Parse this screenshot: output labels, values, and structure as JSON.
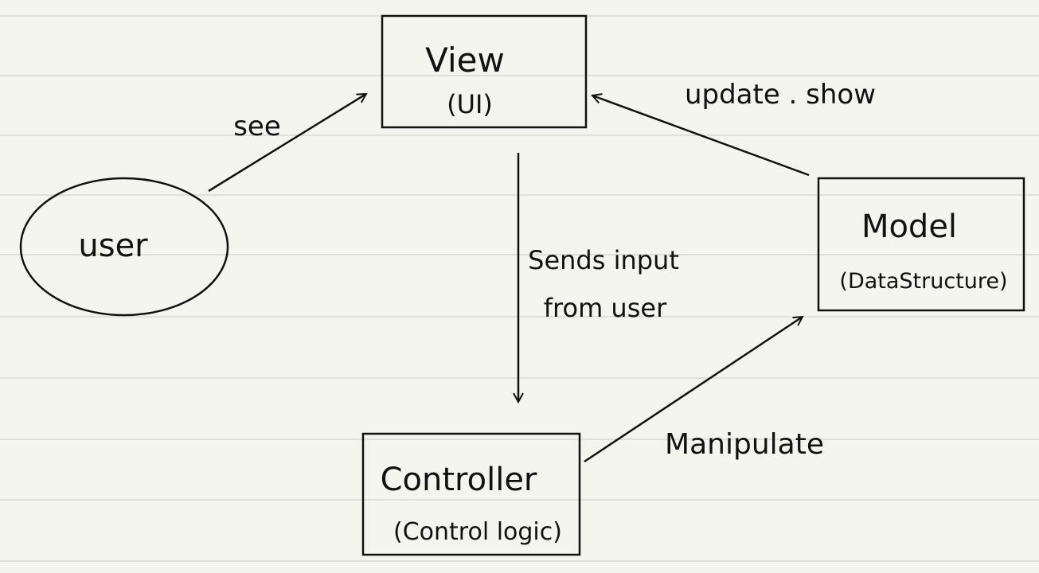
{
  "nodes": {
    "user": {
      "title": "user"
    },
    "view": {
      "title": "View",
      "subtitle": "(UI)"
    },
    "model": {
      "title": "Model",
      "subtitle": "(DataStructure)"
    },
    "controller": {
      "title": "Controller",
      "subtitle": "(Control logic)"
    }
  },
  "edges": {
    "user_to_view": {
      "label": "see"
    },
    "model_to_view": {
      "label": "update . show"
    },
    "view_to_controller": {
      "label_line1": "Sends input",
      "label_line2": "from user"
    },
    "controller_to_model": {
      "label": "Manipulate"
    }
  },
  "colors": {
    "background": "#f5f5f0",
    "ruled_line": "#d9d9d4",
    "ink": "#111111"
  }
}
